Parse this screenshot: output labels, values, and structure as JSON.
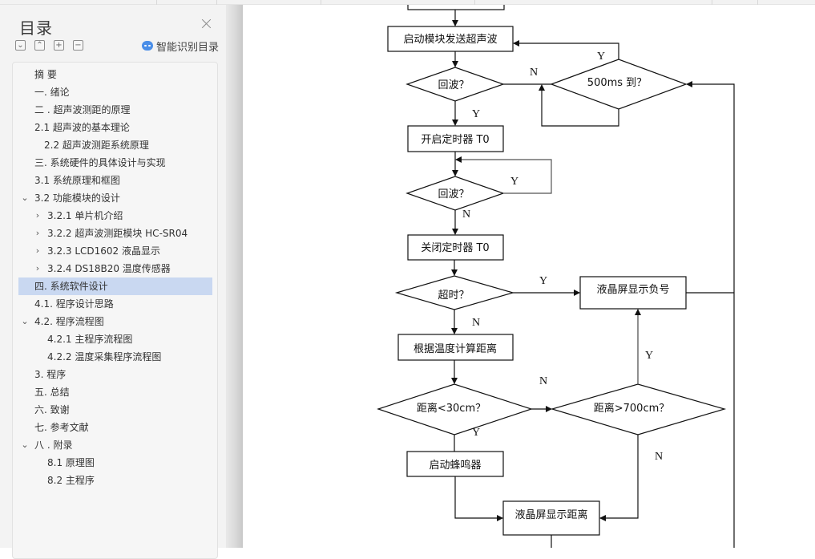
{
  "sidebar": {
    "title": "目录",
    "close_label": "×",
    "tools": [
      {
        "name": "expand-all",
        "glyph": "⌄"
      },
      {
        "name": "collapse-all",
        "glyph": "⌃"
      },
      {
        "name": "add-level",
        "glyph": "+"
      },
      {
        "name": "remove-level",
        "glyph": "−"
      }
    ],
    "smart_toc_label": "智能识别目录",
    "items": [
      {
        "label": "摘  要",
        "indent": 0,
        "arrow": ""
      },
      {
        "label": "一. 绪论",
        "indent": 0,
        "arrow": ""
      },
      {
        "label": "二 . 超声波测距的原理",
        "indent": 0,
        "arrow": ""
      },
      {
        "label": "2.1  超声波的基本理论",
        "indent": 0,
        "arrow": ""
      },
      {
        "label": "2.2  超声波测距系统原理",
        "indent": 1,
        "arrow": ""
      },
      {
        "label": "三. 系统硬件的具体设计与实现",
        "indent": 0,
        "arrow": ""
      },
      {
        "label": "3.1  系统原理和框图",
        "indent": 0,
        "arrow": ""
      },
      {
        "label": "3.2  功能模块的设计",
        "indent": 0,
        "arrow": "⌄"
      },
      {
        "label": "3.2.1  单片机介绍",
        "indent": 2,
        "arrow": "›"
      },
      {
        "label": "3.2.2    超声波测距模块 HC-SR04",
        "indent": 2,
        "arrow": "›"
      },
      {
        "label": "3.2.3    LCD1602 液晶显示",
        "indent": 2,
        "arrow": "›"
      },
      {
        "label": "3.2.4 DS18B20 温度传感器",
        "indent": 2,
        "arrow": "›"
      },
      {
        "label": "四. 系统软件设计",
        "indent": 0,
        "arrow": "",
        "active": true
      },
      {
        "label": "4.1. 程序设计思路",
        "indent": 0,
        "arrow": ""
      },
      {
        "label": "4.2. 程序流程图",
        "indent": 0,
        "arrow": "⌄"
      },
      {
        "label": "4.2.1 主程序流程图",
        "indent": 3,
        "arrow": ""
      },
      {
        "label": "4.2.2  温度采集程序流程图",
        "indent": 3,
        "arrow": ""
      },
      {
        "label": "3.  程序",
        "indent": 0,
        "arrow": ""
      },
      {
        "label": "五. 总结",
        "indent": 0,
        "arrow": ""
      },
      {
        "label": "六. 致谢",
        "indent": 0,
        "arrow": ""
      },
      {
        "label": "七. 参考文献",
        "indent": 0,
        "arrow": ""
      },
      {
        "label": "八 . 附录",
        "indent": 0,
        "arrow": "⌄"
      },
      {
        "label": "8.1 原理图",
        "indent": 3,
        "arrow": ""
      },
      {
        "label": "8.2 主程序",
        "indent": 3,
        "arrow": ""
      }
    ]
  },
  "flowchart": {
    "nodes": {
      "send_wave": "启动模块发送超声波",
      "echo1": "回波？",
      "wait500": "500ms 到？",
      "start_timer": "开启定时器 T0",
      "echo2": "回波？",
      "stop_timer": "关闭定时器 T0",
      "timeout": "超时？",
      "lcd_negative": "液晶屏显示负号",
      "calc_distance": "根据温度计算距离",
      "dist_lt30": "距离<30cm？",
      "dist_gt700": "距离>700cm？",
      "buzzer": "启动蜂鸣器",
      "lcd_distance": "液晶屏显示距离"
    },
    "edge_labels": {
      "wait500_yes": "Y",
      "echo1_no": "N",
      "echo1_yes": "Y",
      "echo2_yes": "Y",
      "echo2_no": "N",
      "timeout_yes": "Y",
      "timeout_no": "N",
      "gt700_yes": "Y",
      "lt30_no": "N",
      "lt30_yes": "Y",
      "gt700_no": "N"
    }
  }
}
